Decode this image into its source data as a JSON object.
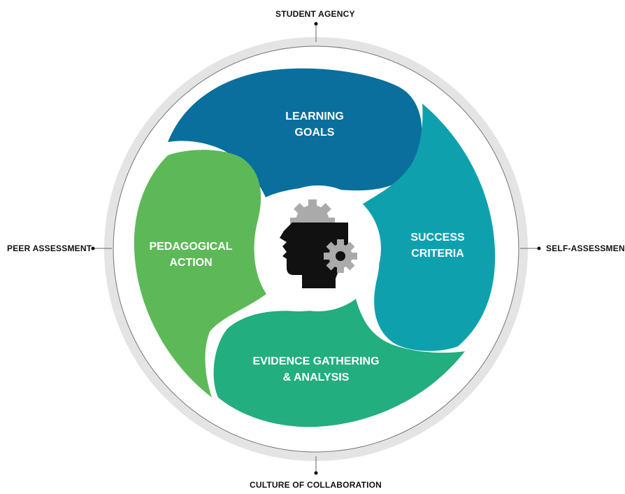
{
  "diagram": {
    "outer_labels": {
      "top": "STUDENT AGENCY",
      "left": "PEER ASSESSMENT",
      "right": "SELF-ASSESSMENT",
      "bottom": "CULTURE OF COLLABORATION"
    },
    "segments": {
      "learning_goals": {
        "line1": "LEARNING",
        "line2": "GOALS"
      },
      "success_criteria": {
        "line1": "SUCCESS",
        "line2": "CRITERIA"
      },
      "evidence": {
        "line1": "EVIDENCE GATHERING",
        "line2": "& ANALYSIS"
      },
      "pedagogical": {
        "line1": "PEDAGOGICAL",
        "line2": "ACTION"
      }
    },
    "center_icon": "head-with-gears-icon"
  },
  "colors": {
    "learning_goals": "#0a6f9d",
    "success_criteria": "#0ea1ad",
    "evidence": "#22ae7e",
    "pedagogical": "#5db958",
    "ring": "#e4e4e4",
    "ring_line": "#808080",
    "head": "#111111",
    "gear": "#aaaaaa"
  }
}
